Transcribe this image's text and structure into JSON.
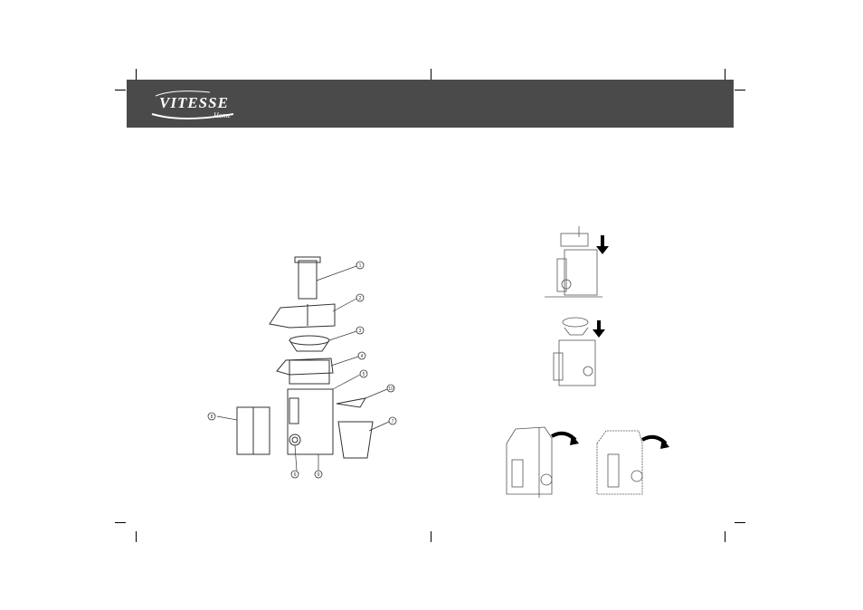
{
  "brand": {
    "logo_text": "VITESSE",
    "logo_sub": "Home"
  },
  "diagram": {
    "part_numbers": [
      "1",
      "2",
      "3",
      "4",
      "5",
      "6",
      "7",
      "8",
      "9",
      "10"
    ]
  },
  "icons": {
    "down_arrow": "down-arrow-icon",
    "curved_arrow": "curved-arrow-icon"
  },
  "colors": {
    "header": "#4a4a4a",
    "line_art": "#333333"
  }
}
